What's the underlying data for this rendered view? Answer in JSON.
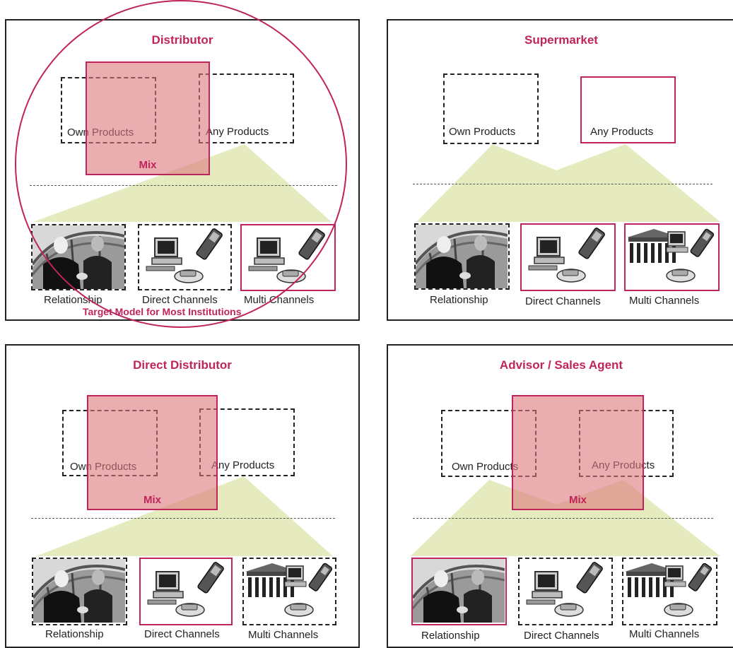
{
  "colors": {
    "accent": "#c0245c",
    "mix_fill": "#e8a7a6",
    "hill": "#e6ebbf",
    "frame": "#222222"
  },
  "labels": {
    "own_products": "Own Products",
    "any_products": "Any Products",
    "mix": "Mix",
    "relationship": "Relationship",
    "direct_channels": "Direct Channels",
    "multi_channels": "Multi Channels"
  },
  "panels": {
    "distributor": {
      "title": "Distributor",
      "note": "Target Model for Most Institutions"
    },
    "supermarket": {
      "title": "Supermarket"
    },
    "direct_distributor": {
      "title": "Direct Distributor"
    },
    "advisor": {
      "title": "Advisor / Sales Agent"
    }
  },
  "icons": [
    "handshake-photo-icon",
    "computer-phone-icon",
    "building-computer-phone-icon"
  ]
}
